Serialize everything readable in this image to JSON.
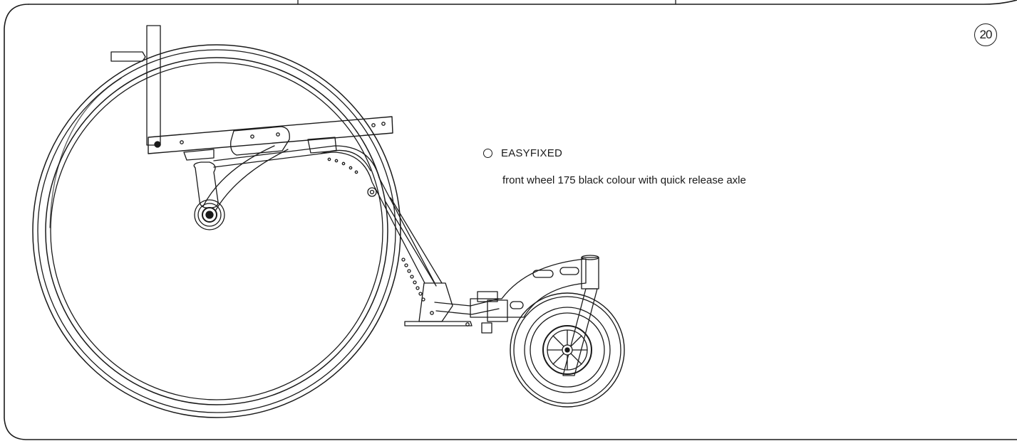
{
  "page": {
    "number": "20"
  },
  "option": {
    "title": "EASYFIXED",
    "description": "front wheel 175 black colour with quick release axle"
  },
  "illustration": {
    "subject": "wheelchair-side-view-line-drawing",
    "stroke_color": "#1a1a1a"
  }
}
